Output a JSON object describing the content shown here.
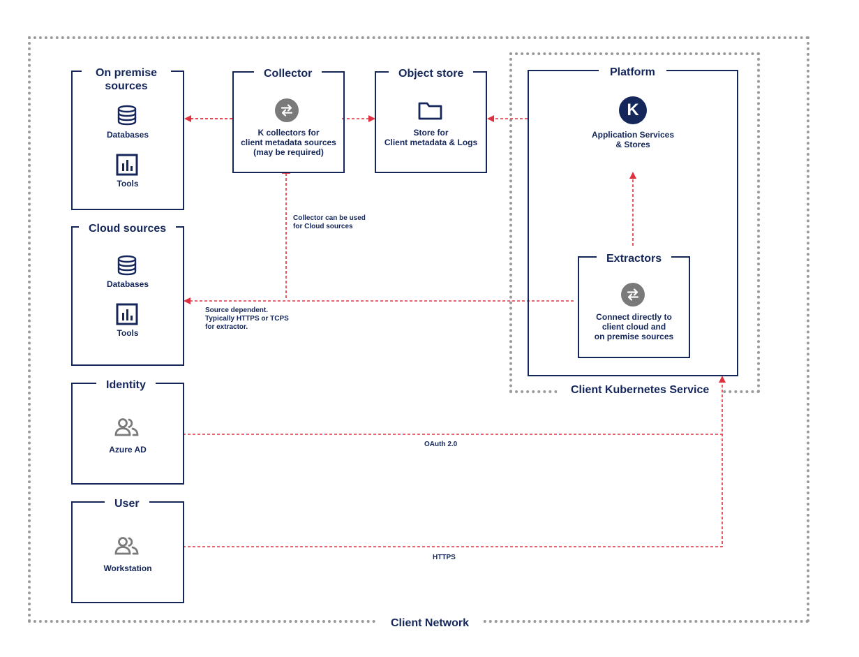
{
  "frames": {
    "client_network": "Client Network",
    "kubernetes": "Client Kubernetes Service"
  },
  "boxes": {
    "on_premise": {
      "title_line1": "On premise",
      "title_line2": "sources",
      "items": [
        "Databases",
        "Tools"
      ]
    },
    "cloud": {
      "title": "Cloud sources",
      "items": [
        "Databases",
        "Tools"
      ]
    },
    "identity": {
      "title": "Identity",
      "item": "Azure AD"
    },
    "user": {
      "title": "User",
      "item": "Workstation"
    },
    "collector": {
      "title": "Collector",
      "desc": [
        "K collectors for",
        "client metadata sources",
        "(may be required)"
      ]
    },
    "object_store": {
      "title": "Object store",
      "desc": [
        "Store for",
        "Client metadata & Logs"
      ]
    },
    "platform": {
      "title": "Platform",
      "logo_letter": "K",
      "desc": [
        "Application Services",
        "& Stores"
      ]
    },
    "extractors": {
      "title": "Extractors",
      "desc": [
        "Connect directly to",
        "client cloud and",
        "on premise sources"
      ]
    }
  },
  "annotations": {
    "collector_cloud": [
      "Collector can be used",
      "for Cloud sources"
    ],
    "source_dependent": [
      "Source dependent.",
      "Typically HTTPS or TCPS",
      "for extractor."
    ],
    "oauth": "OAuth 2.0",
    "https": "HTTPS"
  },
  "icons": {
    "database": "database-icon",
    "tools": "bar-chart-icon",
    "users": "users-icon",
    "transfer": "transfer-arrows-icon",
    "folder": "folder-icon",
    "logo": "k-logo-icon"
  },
  "colors": {
    "navy": "#14265a",
    "connector_red": "#e0303f",
    "frame_gray": "#9a9a9a",
    "icon_gray": "#7a7a7a"
  }
}
